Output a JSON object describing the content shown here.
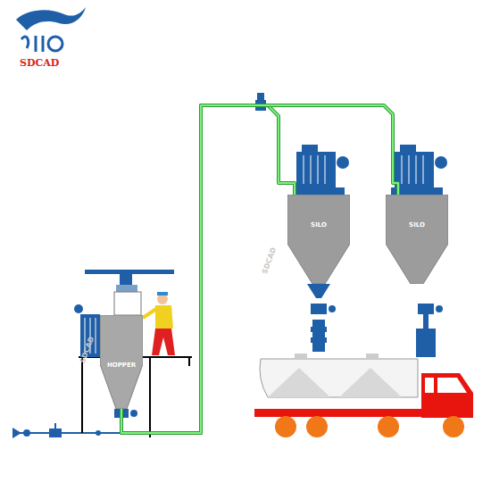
{
  "diagram": {
    "nodes": [
      {
        "text": [
          "SILO"
        ]
      },
      {
        "text": [
          "SILO"
        ]
      },
      {
        "text": [
          "HOPPER"
        ]
      }
    ],
    "edges": [
      {
        "from": 2,
        "to": 0,
        "arrow": "none"
      },
      {
        "from": 2,
        "to": 1,
        "arrow": "none"
      }
    ],
    "labels": [
      "SDCAD",
      "SDCAD",
      "SDCAD"
    ]
  }
}
